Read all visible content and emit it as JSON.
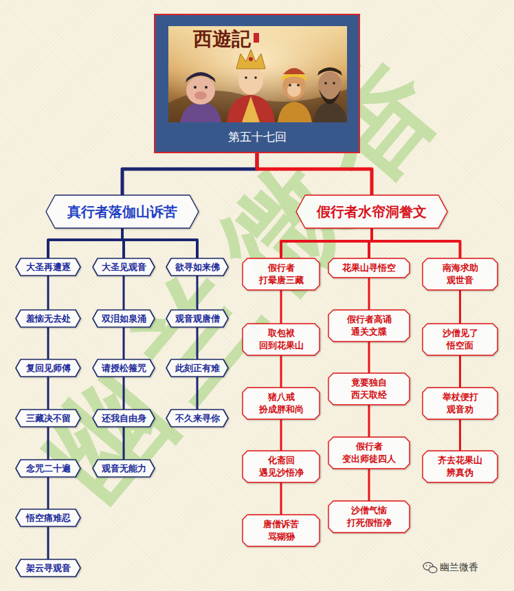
{
  "diagram": {
    "nodes": [
      {
        "text": [
          "第五十七回"
        ]
      },
      {
        "text": [
          "真行者落伽山诉苦"
        ]
      },
      {
        "text": [
          "假行者水帘洞誊文"
        ]
      },
      {
        "text": [
          "大圣再遭逐"
        ]
      },
      {
        "text": [
          "羞恼无去处"
        ]
      },
      {
        "text": [
          "复回见师傅"
        ]
      },
      {
        "text": [
          "三藏决不留"
        ]
      },
      {
        "text": [
          "念咒二十遍"
        ]
      },
      {
        "text": [
          "悟空痛难忍"
        ]
      },
      {
        "text": [
          "架云寻观音"
        ]
      },
      {
        "text": [
          "大圣见观音"
        ]
      },
      {
        "text": [
          "双泪如泉涌"
        ]
      },
      {
        "text": [
          "请授松箍咒"
        ]
      },
      {
        "text": [
          "还我自由身"
        ]
      },
      {
        "text": [
          "观音无能力"
        ]
      },
      {
        "text": [
          "欲寻如来佛"
        ]
      },
      {
        "text": [
          "观音观唐僧"
        ]
      },
      {
        "text": [
          "此刻正有难"
        ]
      },
      {
        "text": [
          "不久来寻你"
        ]
      },
      {
        "text": [
          "假行者 打晕唐三藏"
        ]
      },
      {
        "text": [
          "取包袱 回到花果山"
        ]
      },
      {
        "text": [
          "猪八戒 扮成胖和尚"
        ]
      },
      {
        "text": [
          "化斋回 遇见沙悟净"
        ]
      },
      {
        "text": [
          "唐僧诉苦 骂猢狲"
        ]
      },
      {
        "text": [
          "花果山寻悟空"
        ]
      },
      {
        "text": [
          "假行者高诵 通关文牒"
        ]
      },
      {
        "text": [
          "竟要独自 西天取经"
        ]
      },
      {
        "text": [
          "假行者 变出师徒四人"
        ]
      },
      {
        "text": [
          "沙僧气恼 打死假悟净"
        ]
      },
      {
        "text": [
          "南海求助 观世音"
        ]
      },
      {
        "text": [
          "沙僧见了 悟空面"
        ]
      },
      {
        "text": [
          "举杖便打 观音劝"
        ]
      },
      {
        "text": [
          "齐去花果山 辨真伪"
        ]
      }
    ],
    "edges": [
      {
        "from": 0,
        "to": 1,
        "arrow": "none"
      },
      {
        "from": 0,
        "to": 2,
        "arrow": "none"
      },
      {
        "from": 1,
        "to": 3,
        "arrow": "none"
      },
      {
        "from": 1,
        "to": 10,
        "arrow": "none"
      },
      {
        "from": 1,
        "to": 15,
        "arrow": "none"
      },
      {
        "from": 3,
        "to": 4,
        "arrow": "none"
      },
      {
        "from": 4,
        "to": 5,
        "arrow": "none"
      },
      {
        "from": 5,
        "to": 6,
        "arrow": "none"
      },
      {
        "from": 6,
        "to": 7,
        "arrow": "none"
      },
      {
        "from": 7,
        "to": 8,
        "arrow": "none"
      },
      {
        "from": 8,
        "to": 9,
        "arrow": "none"
      },
      {
        "from": 10,
        "to": 11,
        "arrow": "none"
      },
      {
        "from": 11,
        "to": 12,
        "arrow": "none"
      },
      {
        "from": 12,
        "to": 13,
        "arrow": "none"
      },
      {
        "from": 13,
        "to": 14,
        "arrow": "none"
      },
      {
        "from": 15,
        "to": 16,
        "arrow": "none"
      },
      {
        "from": 16,
        "to": 17,
        "arrow": "none"
      },
      {
        "from": 17,
        "to": 18,
        "arrow": "none"
      },
      {
        "from": 2,
        "to": 19,
        "arrow": "none"
      },
      {
        "from": 2,
        "to": 24,
        "arrow": "none"
      },
      {
        "from": 2,
        "to": 29,
        "arrow": "none"
      },
      {
        "from": 19,
        "to": 20,
        "arrow": "none"
      },
      {
        "from": 20,
        "to": 21,
        "arrow": "none"
      },
      {
        "from": 21,
        "to": 22,
        "arrow": "none"
      },
      {
        "from": 22,
        "to": 23,
        "arrow": "none"
      },
      {
        "from": 24,
        "to": 25,
        "arrow": "none"
      },
      {
        "from": 25,
        "to": 26,
        "arrow": "none"
      },
      {
        "from": 26,
        "to": 27,
        "arrow": "none"
      },
      {
        "from": 27,
        "to": 28,
        "arrow": "none"
      },
      {
        "from": 29,
        "to": 30,
        "arrow": "none"
      },
      {
        "from": 30,
        "to": 31,
        "arrow": "none"
      },
      {
        "from": 31,
        "to": 32,
        "arrow": "none"
      }
    ],
    "labels": [
      "西遊記",
      "幽兰微香",
      "幽兰微香"
    ]
  }
}
